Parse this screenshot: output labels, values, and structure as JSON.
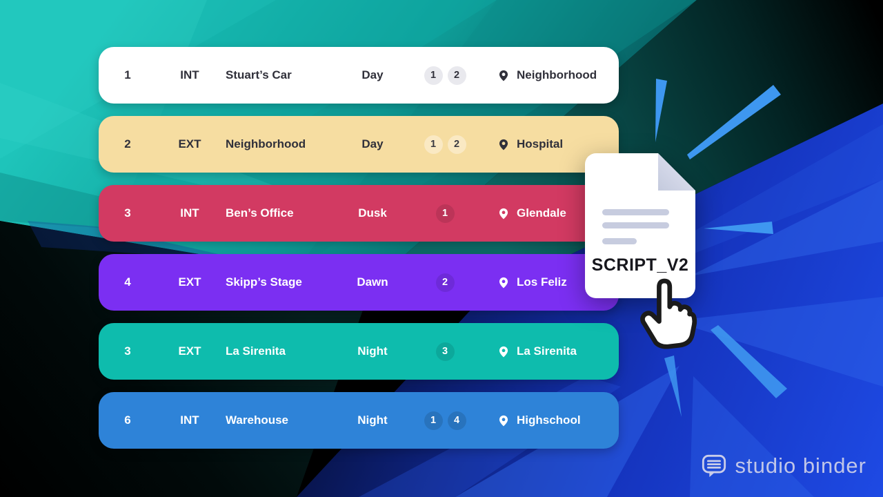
{
  "table": {
    "rows": [
      {
        "scene": "1",
        "type": "INT",
        "name": "Stuart’s Car",
        "time": "Day",
        "badges": [
          "1",
          "2"
        ],
        "location": "Neighborhood",
        "color": "#FFFFFF",
        "text_color": "#30303A",
        "badge_bg": "#E9E9EE",
        "badge_text": "#30303A"
      },
      {
        "scene": "2",
        "type": "EXT",
        "name": "Neighborhood",
        "time": "Day",
        "badges": [
          "1",
          "2"
        ],
        "location": "Hospital",
        "color": "#F6DDA1",
        "text_color": "#30303A",
        "badge_bg": "#FAE9C3",
        "badge_text": "#3A3A42"
      },
      {
        "scene": "3",
        "type": "INT",
        "name": "Ben’s Office",
        "time": "Dusk",
        "badges": [
          "1"
        ],
        "location": "Glendale",
        "color": "#D23A62",
        "text_color": "#FFFFFF",
        "badge_bg": "rgba(0,0,0,0.10)",
        "badge_text": "#FFFFFF"
      },
      {
        "scene": "4",
        "type": "EXT",
        "name": "Skipp’s Stage",
        "time": "Dawn",
        "badges": [
          "2"
        ],
        "location": "Los Feliz",
        "color": "#7B2FF2",
        "text_color": "#FFFFFF",
        "badge_bg": "rgba(0,0,0,0.10)",
        "badge_text": "#FFFFFF"
      },
      {
        "scene": "3",
        "type": "EXT",
        "name": "La Sirenita",
        "time": "Night",
        "badges": [
          "3"
        ],
        "location": "La Sirenita",
        "color": "#0EBCAD",
        "text_color": "#FFFFFF",
        "badge_bg": "rgba(0,0,0,0.10)",
        "badge_text": "#FFFFFF"
      },
      {
        "scene": "6",
        "type": "INT",
        "name": "Warehouse",
        "time": "Night",
        "badges": [
          "1",
          "4"
        ],
        "location": "Highschool",
        "color": "#2E83D8",
        "text_color": "#FFFFFF",
        "badge_bg": "rgba(0,0,0,0.12)",
        "badge_text": "#FFFFFF"
      }
    ]
  },
  "document": {
    "label": "SCRIPT_V2"
  },
  "branding": {
    "logo_text": "studio binder",
    "logo_color": "#C9CDE9"
  },
  "background": {
    "teal": "#14B5AC",
    "blue": "#1B3FD6",
    "ray_color": "#3E97F0"
  }
}
